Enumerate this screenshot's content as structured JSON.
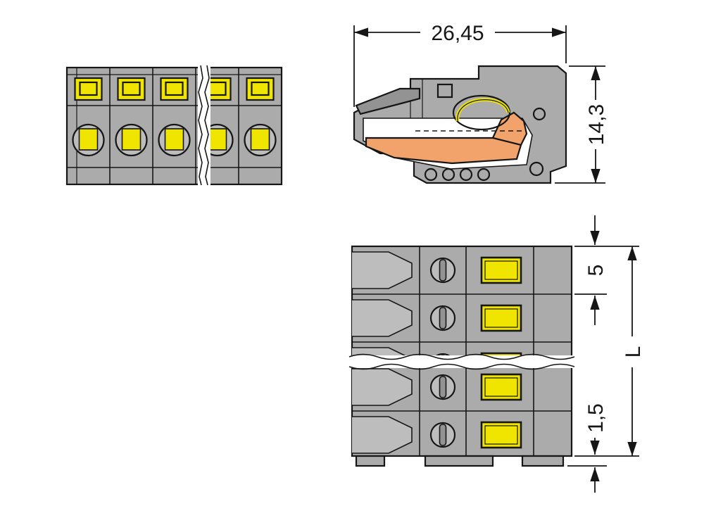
{
  "drawing": {
    "views": {
      "front": {
        "label": "front-view",
        "pole_count": 5
      },
      "side": {
        "label": "side-section-view"
      },
      "top": {
        "label": "top-view",
        "row_count": 5
      }
    },
    "dimensions": {
      "overall_width": "26,45",
      "overall_height": "14,3",
      "pole_pitch": "5",
      "overall_length": "L",
      "foot_offset": "1,5"
    },
    "colors": {
      "body": "#ababab",
      "body_light": "#bdbdbd",
      "body_dark": "#939393",
      "accent_yellow": "#f0e500",
      "accent_orange": "#f2a36b",
      "line": "#161616",
      "white": "#ffffff"
    }
  }
}
